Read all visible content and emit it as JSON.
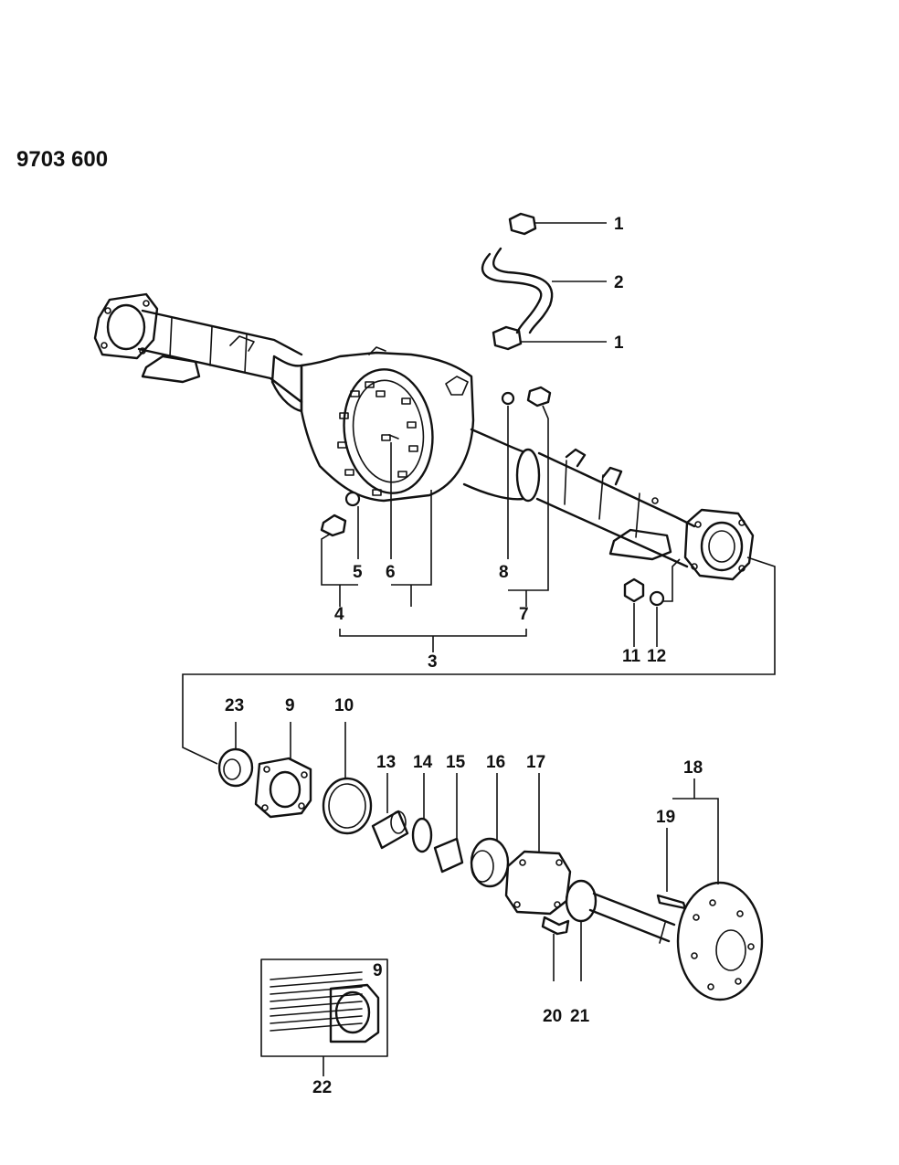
{
  "diagram": {
    "part_number": "9703 600",
    "callouts": [
      {
        "id": "c1a",
        "label": "1"
      },
      {
        "id": "c2",
        "label": "2"
      },
      {
        "id": "c1b",
        "label": "1"
      },
      {
        "id": "c5",
        "label": "5"
      },
      {
        "id": "c6",
        "label": "6"
      },
      {
        "id": "c8",
        "label": "8"
      },
      {
        "id": "c4",
        "label": "4"
      },
      {
        "id": "c7",
        "label": "7"
      },
      {
        "id": "c3",
        "label": "3"
      },
      {
        "id": "c11",
        "label": "11"
      },
      {
        "id": "c12",
        "label": "12"
      },
      {
        "id": "c23",
        "label": "23"
      },
      {
        "id": "c9a",
        "label": "9"
      },
      {
        "id": "c10",
        "label": "10"
      },
      {
        "id": "c13",
        "label": "13"
      },
      {
        "id": "c14",
        "label": "14"
      },
      {
        "id": "c15",
        "label": "15"
      },
      {
        "id": "c16",
        "label": "16"
      },
      {
        "id": "c17",
        "label": "17"
      },
      {
        "id": "c18",
        "label": "18"
      },
      {
        "id": "c19",
        "label": "19"
      },
      {
        "id": "c20",
        "label": "20"
      },
      {
        "id": "c21",
        "label": "21"
      },
      {
        "id": "c9b",
        "label": "9"
      },
      {
        "id": "c22",
        "label": "22"
      }
    ]
  }
}
